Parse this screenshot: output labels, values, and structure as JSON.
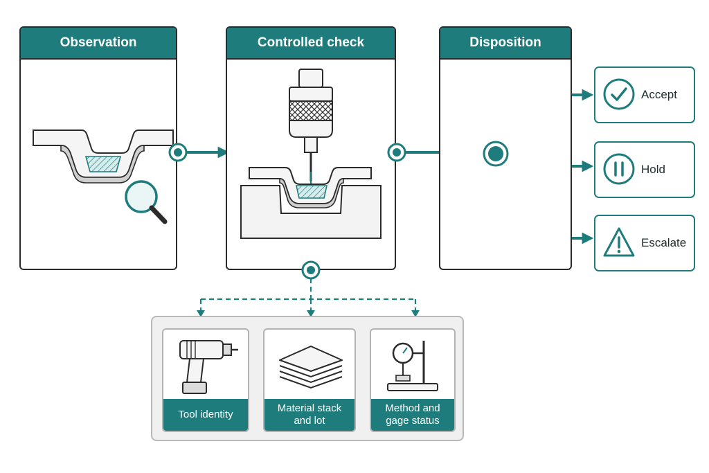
{
  "stages": [
    {
      "title": "Observation"
    },
    {
      "title": "Controlled check"
    },
    {
      "title": "Disposition"
    }
  ],
  "outcomes": [
    {
      "label": "Accept",
      "icon": "check-circle-icon"
    },
    {
      "label": "Hold",
      "icon": "pause-circle-icon"
    },
    {
      "label": "Escalate",
      "icon": "warning-triangle-icon"
    }
  ],
  "factors": [
    {
      "line1": "Tool identity",
      "line2": "",
      "icon": "drill-icon"
    },
    {
      "line1": "Material stack",
      "line2": "and lot",
      "icon": "layer-stack-icon"
    },
    {
      "line1": "Method and",
      "line2": "gage status",
      "icon": "dial-gauge-icon"
    }
  ],
  "colors": {
    "accent": "#1e7c7c",
    "outline": "#2b2b2b",
    "tray": "#f0f0f0"
  }
}
